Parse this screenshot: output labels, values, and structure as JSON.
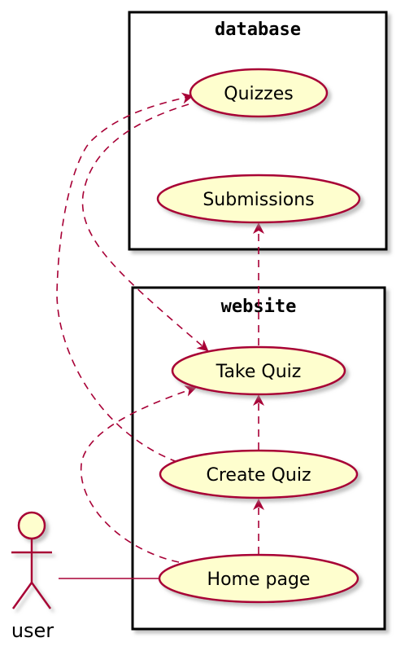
{
  "colors": {
    "stroke": "#A80036",
    "fill": "#FEFECE",
    "shadow": "#c9c9c9",
    "package_border": "#000000",
    "background": "#ffffff"
  },
  "packages": {
    "database": {
      "title": "database"
    },
    "website": {
      "title": "website"
    }
  },
  "usecases": {
    "quizzes": "Quizzes",
    "submissions": "Submissions",
    "take_quiz": "Take Quiz",
    "create_quiz": "Create Quiz",
    "home_page": "Home page"
  },
  "actor": {
    "label": "user"
  },
  "relations": [
    {
      "from": "user",
      "to": "home_page",
      "style": "solid"
    },
    {
      "from": "home_page",
      "to": "create_quiz",
      "style": "dashed-arrow"
    },
    {
      "from": "home_page",
      "to": "take_quiz",
      "style": "dashed-arrow"
    },
    {
      "from": "create_quiz",
      "to": "take_quiz",
      "style": "dashed-arrow"
    },
    {
      "from": "create_quiz",
      "to": "quizzes",
      "style": "dashed-arrow"
    },
    {
      "from": "quizzes",
      "to": "take_quiz",
      "style": "dashed-arrow"
    },
    {
      "from": "take_quiz",
      "to": "submissions",
      "style": "dashed-arrow"
    }
  ]
}
